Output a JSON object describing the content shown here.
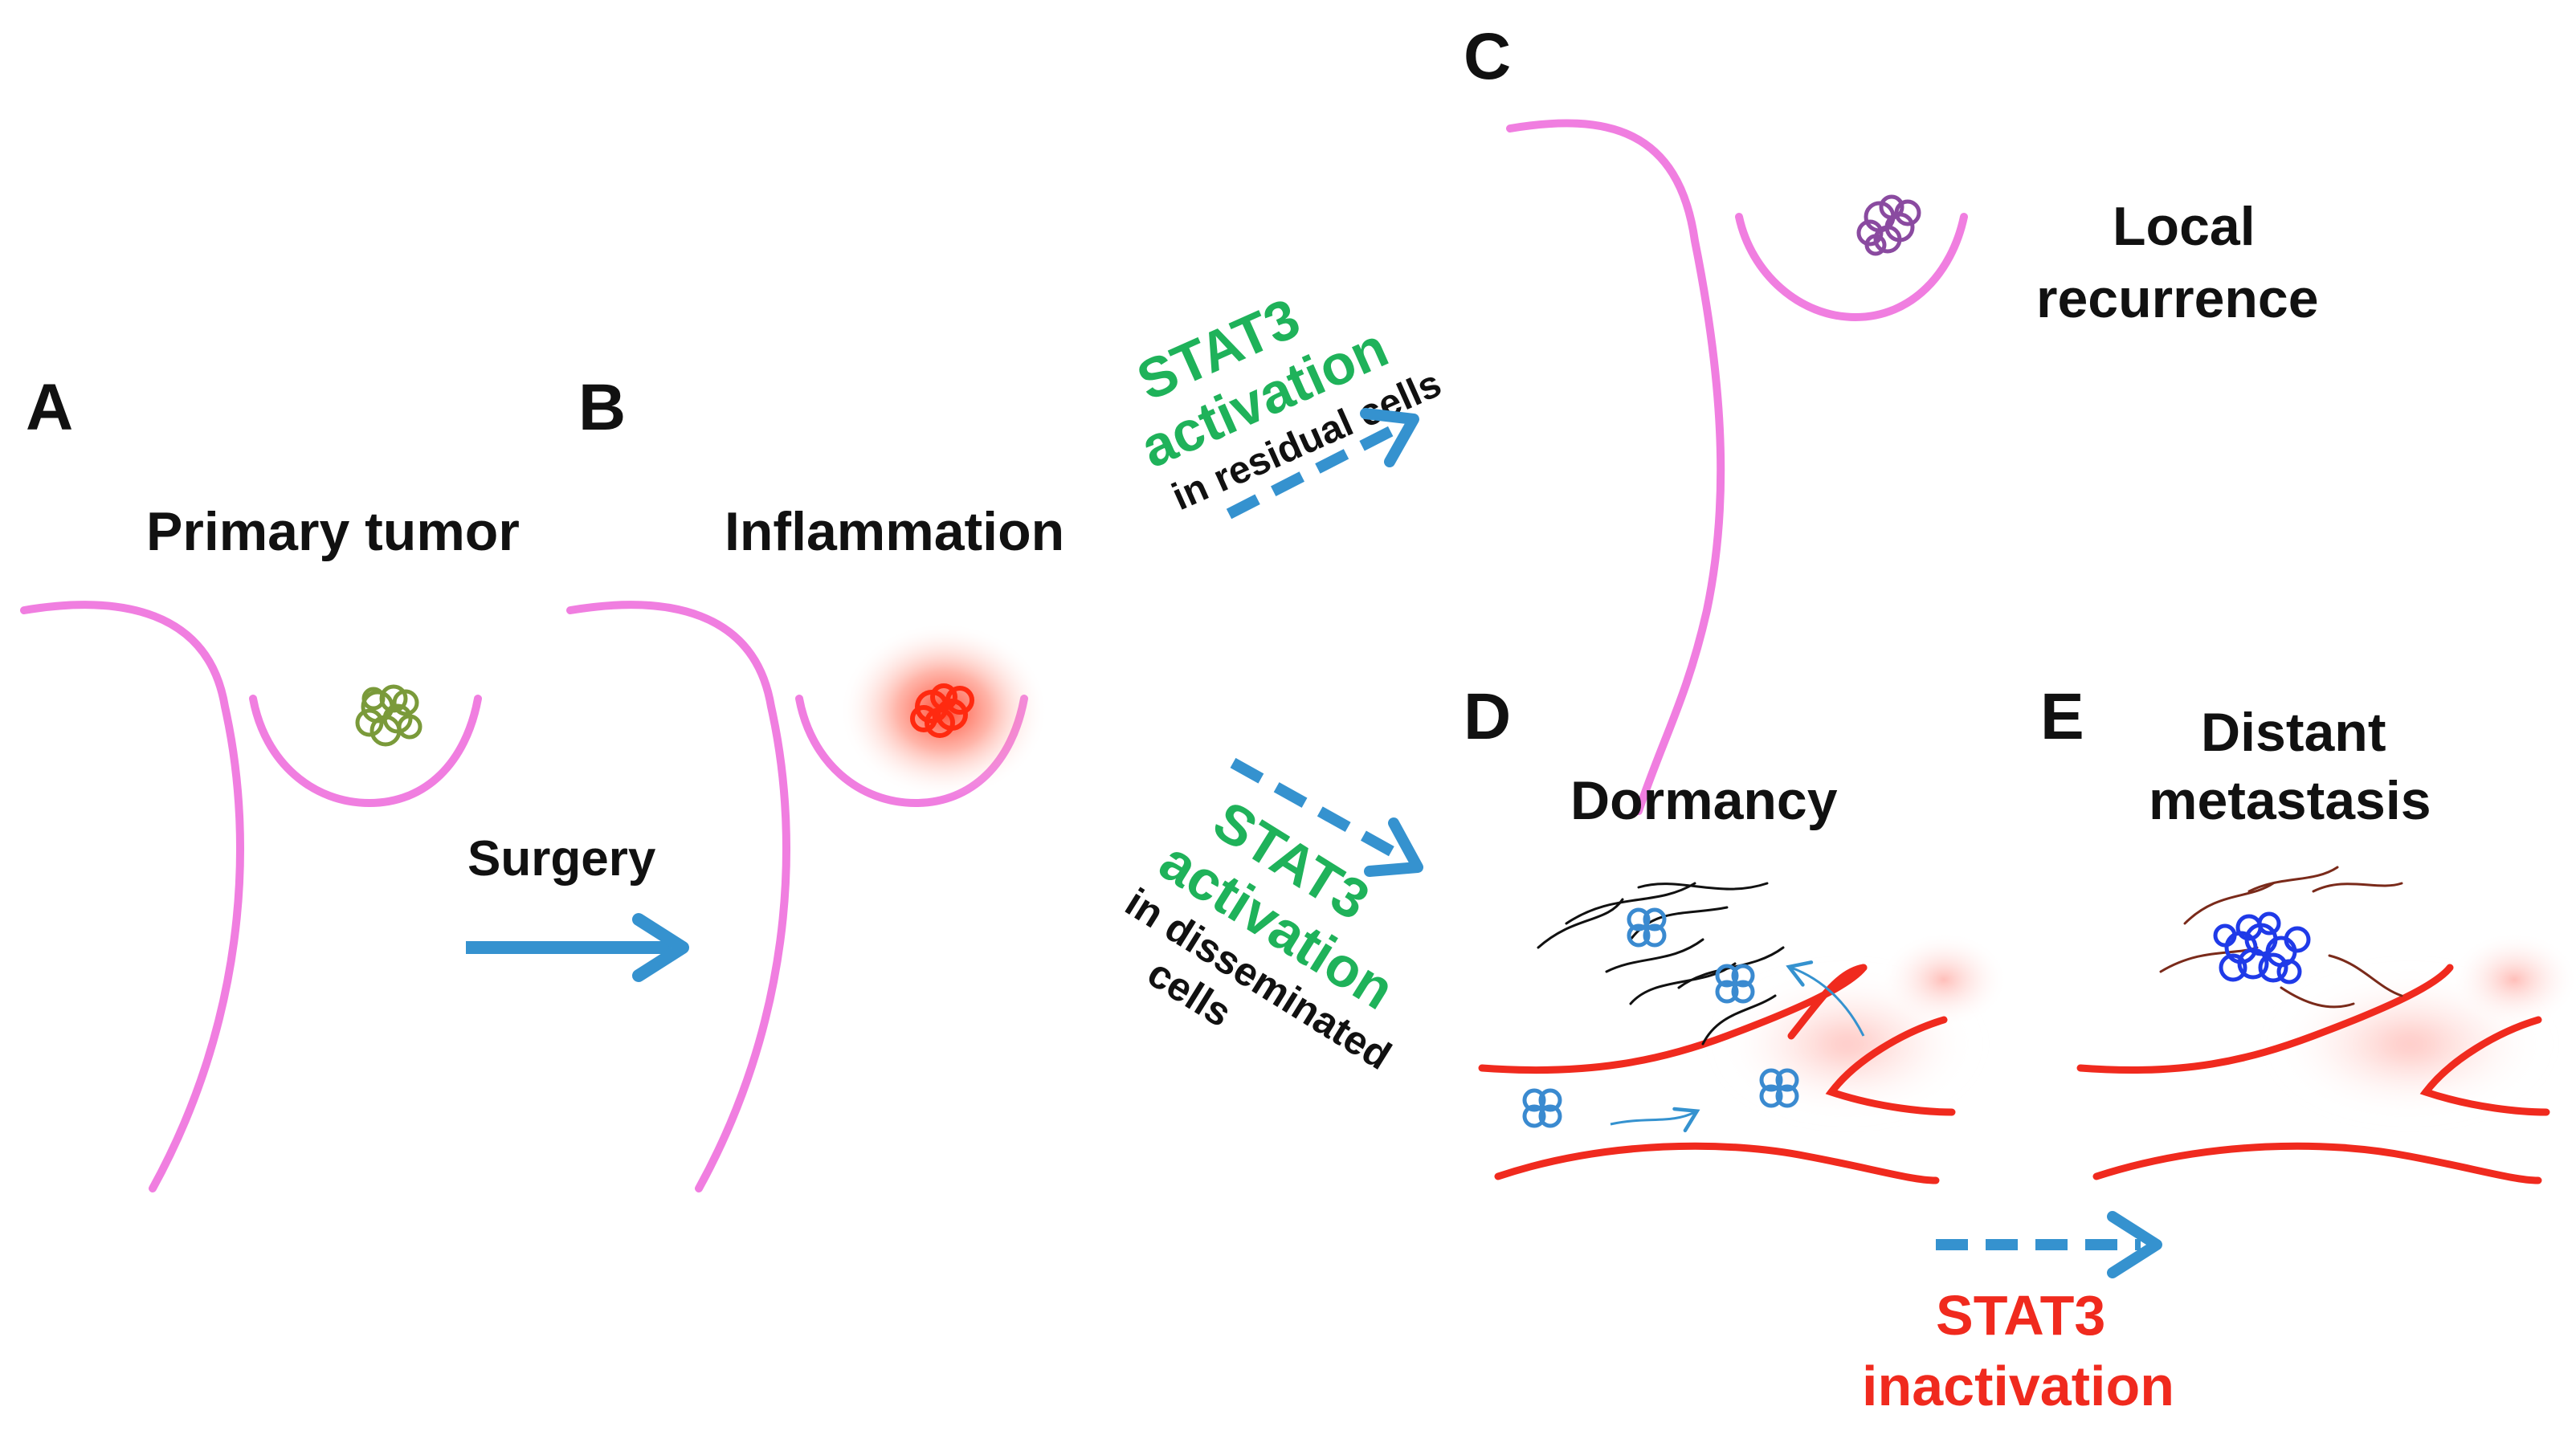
{
  "panels": {
    "a": {
      "letter": "A",
      "caption": "Primary tumor"
    },
    "b": {
      "letter": "B",
      "caption": "Inflammation"
    },
    "c": {
      "letter": "C",
      "caption_line1": "Local",
      "caption_line2": "recurrence"
    },
    "d": {
      "letter": "D",
      "caption": "Dormancy"
    },
    "e": {
      "letter": "E",
      "caption_line1": "Distant",
      "caption_line2": "metastasis"
    }
  },
  "arrows": {
    "surgery": {
      "label": "Surgery"
    },
    "to_recurrence": {
      "line1": "STAT3",
      "line2": "activation",
      "line3": "in residual cells"
    },
    "to_dormancy": {
      "line1": "STAT3",
      "line2": "activation",
      "line3": "in disseminated",
      "line4": "cells"
    },
    "to_metastasis": {
      "line1": "STAT3",
      "line2": "inactivation"
    }
  },
  "colors": {
    "breast_outline": "#f07ee0",
    "arrow_blue": "#3592cf",
    "activation_green": "#1fb25a",
    "inactivation_red": "#f02a1e",
    "vessel_red": "#f02a1e",
    "primary_tumor": "#7a9a3a",
    "inflamed_tumor": "#ff2a10",
    "recurrent_tumor": "#8a4aa0",
    "dormant_cells": "#3a8ad0",
    "metastasis": "#1f3ae8",
    "matrix_fibers": "#111111",
    "metastasis_fibers": "#7a2a1a"
  },
  "icons": {
    "arrow_solid": "solid-arrow",
    "arrow_dashed": "dashed-arrow",
    "tumor": "cell-cluster",
    "cell": "dormant-cell",
    "vessel": "blood-vessel"
  }
}
